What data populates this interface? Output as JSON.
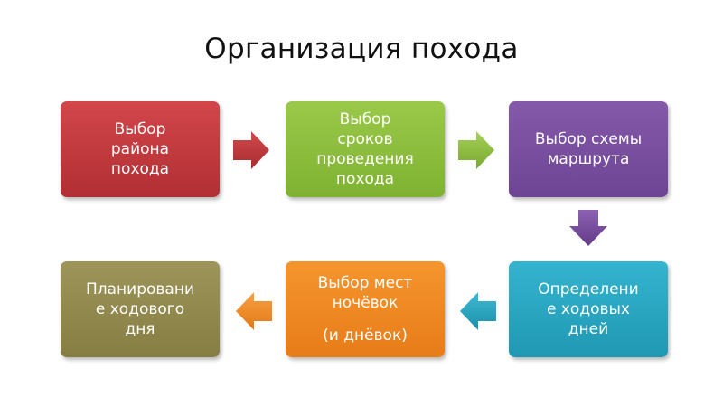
{
  "title": "Организация похода",
  "colors": {
    "red": "#c0393d",
    "green": "#8cbd3c",
    "purple": "#7a4fa0",
    "teal": "#2aa8c4",
    "orange": "#f08a24",
    "olive": "#938b4f"
  },
  "steps": [
    {
      "lines": [
        "Выбор",
        "района",
        "похода"
      ]
    },
    {
      "lines": [
        "Выбор",
        "сроков",
        "проведения",
        "похода"
      ]
    },
    {
      "lines": [
        "Выбор схемы",
        "маршрута"
      ]
    },
    {
      "lines": [
        "Определени",
        "е ходовых",
        "дней"
      ]
    },
    {
      "lines": [
        "Выбор мест",
        "ночёвок",
        "(и днёвок)"
      ]
    },
    {
      "lines": [
        "Планировани",
        "е ходового",
        "дня"
      ]
    }
  ]
}
